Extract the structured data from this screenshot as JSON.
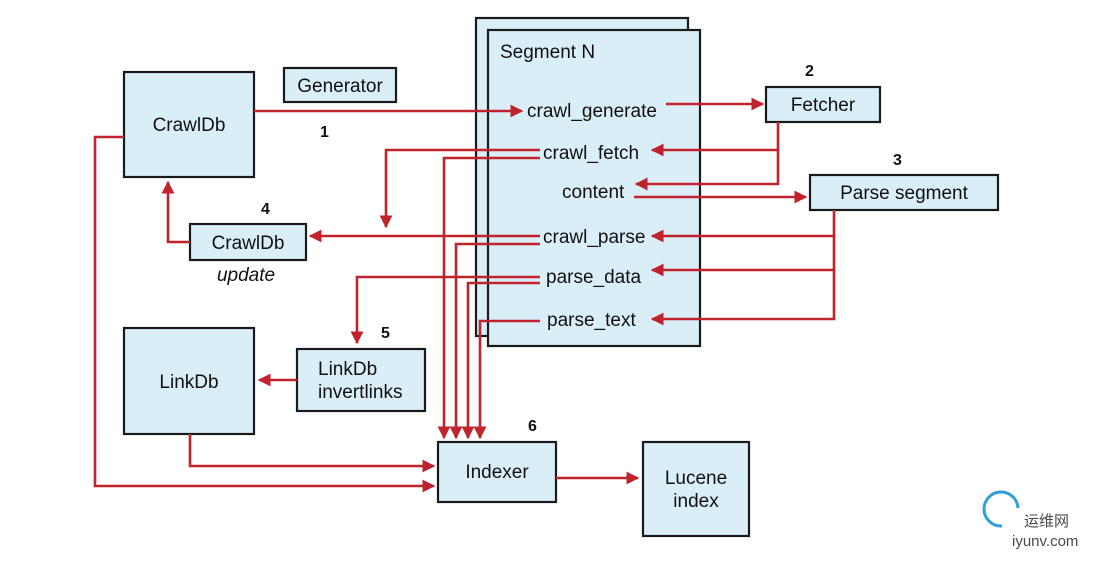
{
  "nodes": {
    "crawldb": "CrawlDb",
    "generator": "Generator",
    "segment_title": "Segment N",
    "fetcher": "Fetcher",
    "parse_segment": "Parse segment",
    "crawldb_update": "CrawlDb",
    "update_caption": "update",
    "linkdb": "LinkDb",
    "linkdb_invertlinks_1": "LinkDb",
    "linkdb_invertlinks_2": "invertlinks",
    "indexer": "Indexer",
    "lucene_1": "Lucene",
    "lucene_2": "index"
  },
  "segment_items": [
    "crawl_generate",
    "crawl_fetch",
    "content",
    "crawl_parse",
    "parse_data",
    "parse_text"
  ],
  "steps": [
    "1",
    "2",
    "3",
    "4",
    "5",
    "6"
  ],
  "watermark": {
    "line1": "运维网",
    "line2": "iyunv.com"
  },
  "colors": {
    "box_fill": "#daeef8",
    "arrow": "#c0232c",
    "border": "#1a1a1a"
  }
}
